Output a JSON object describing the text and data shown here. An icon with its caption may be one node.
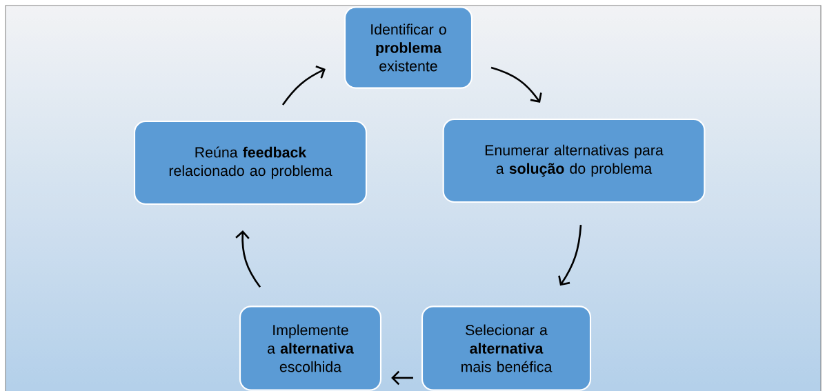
{
  "diagram": {
    "nodes": [
      {
        "text": [
          "Identificar o **problema** existente"
        ]
      },
      {
        "text": [
          "Enumerar alternativas para a **solução** do problema"
        ]
      },
      {
        "text": [
          "Selecionar a **alternativa** mais benéfica"
        ]
      },
      {
        "text": [
          "Implemente a **alternativa** escolhida"
        ]
      },
      {
        "text": [
          "Reúna **feedback** relacionado ao problema"
        ]
      }
    ],
    "edges": [
      {
        "from": 0,
        "to": 1,
        "arrow": "to"
      },
      {
        "from": 1,
        "to": 2,
        "arrow": "to"
      },
      {
        "from": 2,
        "to": 3,
        "arrow": "to"
      },
      {
        "from": 3,
        "to": 4,
        "arrow": "to"
      },
      {
        "from": 4,
        "to": 0,
        "arrow": "to"
      }
    ]
  }
}
